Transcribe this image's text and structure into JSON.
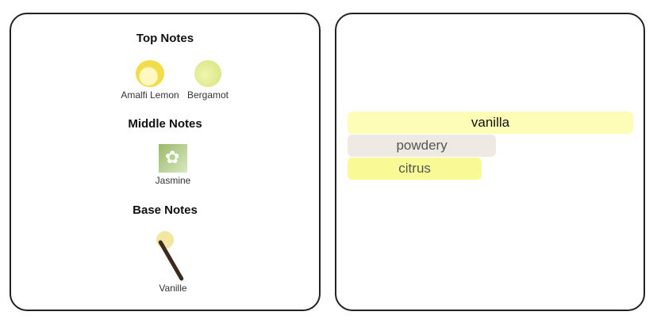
{
  "notes": {
    "top": {
      "title": "Top Notes",
      "items": [
        {
          "label": "Amalfi Lemon",
          "icon": "lemon-icon"
        },
        {
          "label": "Bergamot",
          "icon": "bergamot-icon"
        }
      ]
    },
    "middle": {
      "title": "Middle Notes",
      "items": [
        {
          "label": "Jasmine",
          "icon": "jasmine-icon"
        }
      ]
    },
    "base": {
      "title": "Base Notes",
      "items": [
        {
          "label": "Vanille",
          "icon": "vanilla-icon"
        }
      ]
    }
  },
  "accords": [
    {
      "label": "vanilla",
      "strength": 100,
      "color": "#fdfdb8",
      "text_color": "#111"
    },
    {
      "label": "powdery",
      "strength": 52,
      "color": "#efe9e3",
      "text_color": "#555"
    },
    {
      "label": "citrus",
      "strength": 47,
      "color": "#f9fa96",
      "text_color": "#555"
    }
  ]
}
